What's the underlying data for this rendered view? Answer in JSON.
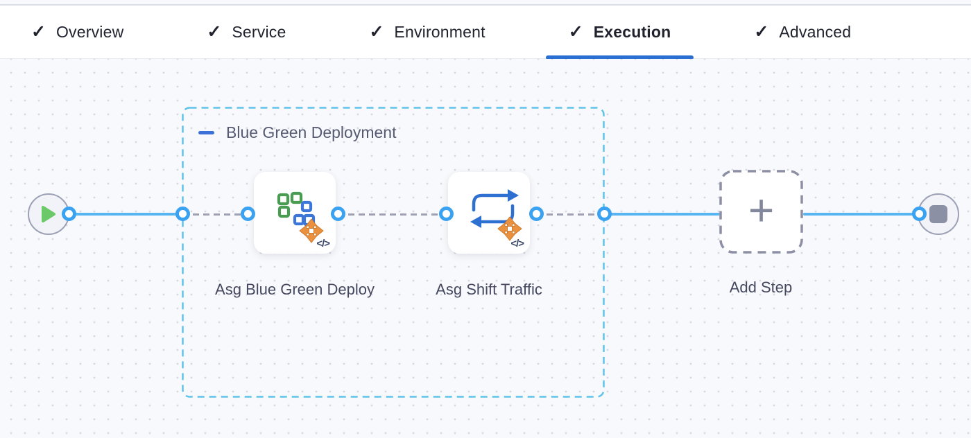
{
  "tabs": {
    "items": [
      {
        "label": "Overview",
        "checked": true,
        "active": false
      },
      {
        "label": "Service",
        "checked": true,
        "active": false
      },
      {
        "label": "Environment",
        "checked": true,
        "active": false
      },
      {
        "label": "Execution",
        "checked": true,
        "active": true
      },
      {
        "label": "Advanced",
        "checked": true,
        "active": false
      }
    ]
  },
  "icons": {
    "check": "✓",
    "plus": "+",
    "code": "</>"
  },
  "pipeline": {
    "group": {
      "label": "Blue Green Deployment"
    },
    "start_node": "start",
    "end_node": "stop",
    "steps": [
      {
        "label": "Asg Blue Green Deploy",
        "icon": "asg-blue-green-deploy-icon"
      },
      {
        "label": "Asg Shift Traffic",
        "icon": "asg-shift-traffic-icon"
      }
    ],
    "add_step_label": "Add Step"
  },
  "colors": {
    "active_tab_underline": "#2a70d3",
    "connector_line": "#58b5f1",
    "connector_dot_ring": "#3ba2f2",
    "dashed_connector": "#9da1b2",
    "group_border": "#5ec3ea",
    "group_label_text": "#565a72",
    "play_icon_green": "#6bc96a",
    "stop_icon_gray": "#8b90a5",
    "step_icon_green": "#4a9c52",
    "step_icon_blue": "#3b76d8",
    "step_move_orange": "#e9913f",
    "canvas_background": "#f8f9fc"
  }
}
